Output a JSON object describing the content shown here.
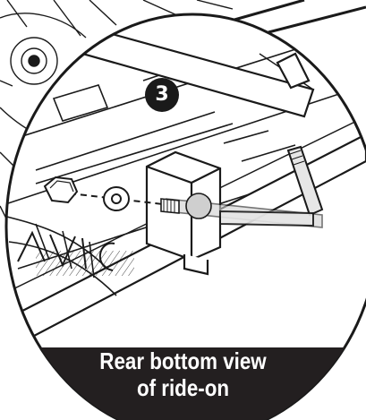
{
  "step": {
    "number": "3"
  },
  "caption": {
    "line1": "Rear bottom view",
    "line2": "of ride-on"
  },
  "colors": {
    "ink": "#1a1a1a",
    "caption_bg": "#231f20",
    "caption_text": "#ffffff",
    "highlight": "#cfcfcf"
  },
  "icons": {
    "step_badge": "circled-number",
    "parts": [
      "bolt",
      "washer",
      "nut",
      "u-bolt",
      "axle-bar",
      "bracket"
    ]
  }
}
